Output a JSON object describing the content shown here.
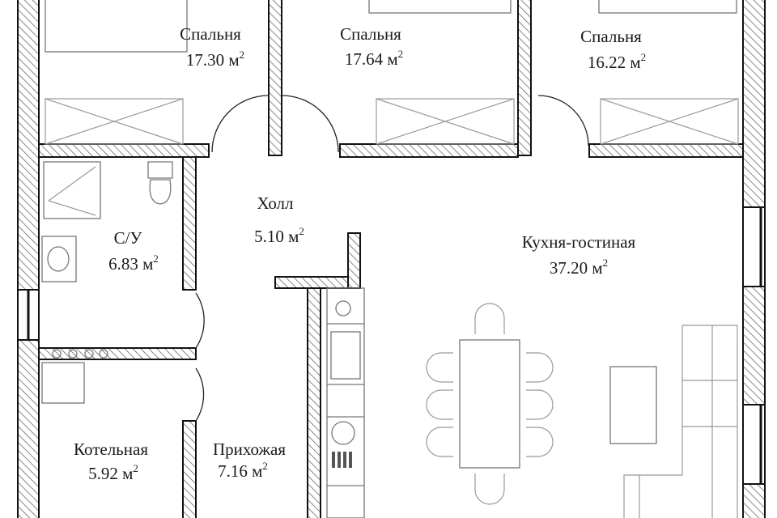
{
  "rooms": [
    {
      "name": "Спальня",
      "area": "17.30 м",
      "unit_sup": "2"
    },
    {
      "name": "Спальня",
      "area": "17.64 м",
      "unit_sup": "2"
    },
    {
      "name": "Спальня",
      "area": "16.22 м",
      "unit_sup": "2"
    },
    {
      "name": "Холл",
      "area": "5.10 м",
      "unit_sup": "2"
    },
    {
      "name": "С/У",
      "area": "6.83 м",
      "unit_sup": "2"
    },
    {
      "name": "Кухня-гостиная",
      "area": "37.20 м",
      "unit_sup": "2"
    },
    {
      "name": "Котельная",
      "area": "5.92 м",
      "unit_sup": "2"
    },
    {
      "name": "Прихожая",
      "area": "7.16 м",
      "unit_sup": "2"
    }
  ],
  "colors": {
    "wall_stroke": "#111111",
    "hatch": "#555555",
    "furniture": "#777777",
    "background": "#ffffff"
  }
}
